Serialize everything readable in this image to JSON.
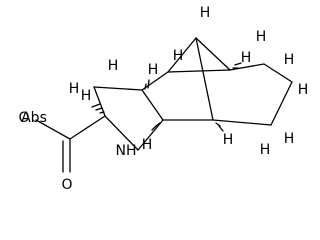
{
  "molecule": {
    "atom_labels": {
      "oxygen_oh": "O",
      "hydrogen_oh": "Abs",
      "oxygen_carbonyl": "O",
      "nitrogen": "NH",
      "h": "H"
    }
  }
}
